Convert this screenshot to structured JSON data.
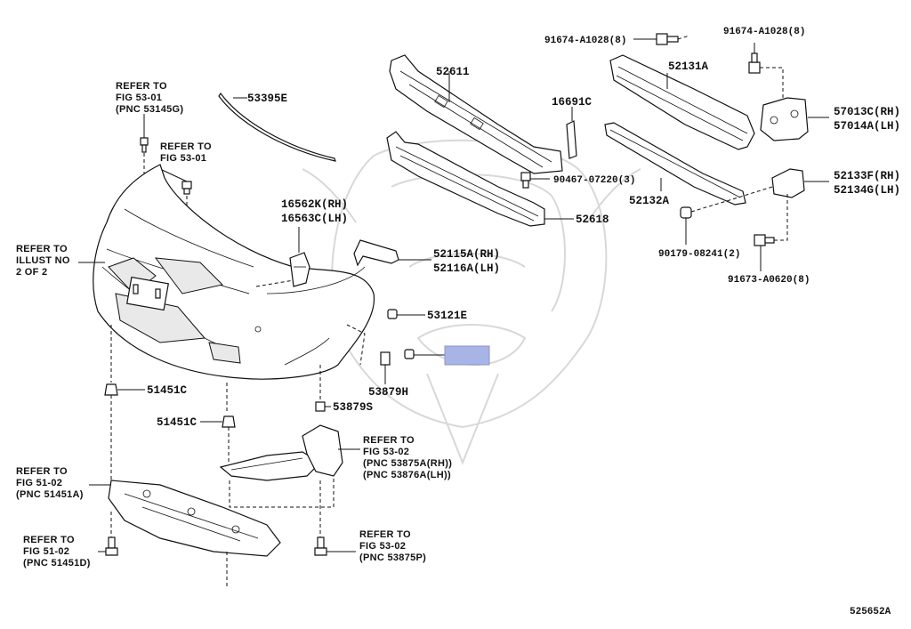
{
  "labels": {
    "p52611": "52611",
    "p53395e": "53395E",
    "p16691c": "16691C",
    "p91674a_left": "91674-A1028(8)",
    "p91674a_right": "91674-A1028(8)",
    "p52131a": "52131A",
    "p57013c": "57013C(RH)",
    "p57014a": "57014A(LH)",
    "p90467": "90467-07220(3)",
    "p52132a": "52132A",
    "p52133f": "52133F(RH)",
    "p52134g": "52134G(LH)",
    "p52618": "52618",
    "p90179": "90179-08241(2)",
    "p91673": "91673-A0620(8)",
    "p16562k": "16562K(RH)",
    "p16563c": "16563C(LH)",
    "p52115a": "52115A(RH)",
    "p52116a": "52116A(LH)",
    "p53121e": "53121E",
    "p53879h": "53879H",
    "p53879s": "53879S",
    "p51451c_a": "51451C",
    "p51451c_b": "51451C",
    "diagram_id": "525652A"
  },
  "refs": {
    "ref1": [
      "REFER TO",
      "FIG 53-01",
      "(PNC 53145G)"
    ],
    "ref2": [
      "REFER TO",
      "FIG 53-01"
    ],
    "ref3": [
      "REFER TO",
      "ILLUST NO",
      "2 OF 2"
    ],
    "ref4": [
      "REFER TO",
      "FIG 53-02",
      "(PNC 53875A(RH))",
      "(PNC 53876A(LH))"
    ],
    "ref5": [
      "REFER TO",
      "FIG 51-02",
      "(PNC 51451A)"
    ],
    "ref6": [
      "REFER TO",
      "FIG 51-02",
      "(PNC 51451D)"
    ],
    "ref7": [
      "REFER TO",
      "FIG 53-02",
      "(PNC 53875P)"
    ]
  },
  "highlight_color": "#a9b4e6"
}
